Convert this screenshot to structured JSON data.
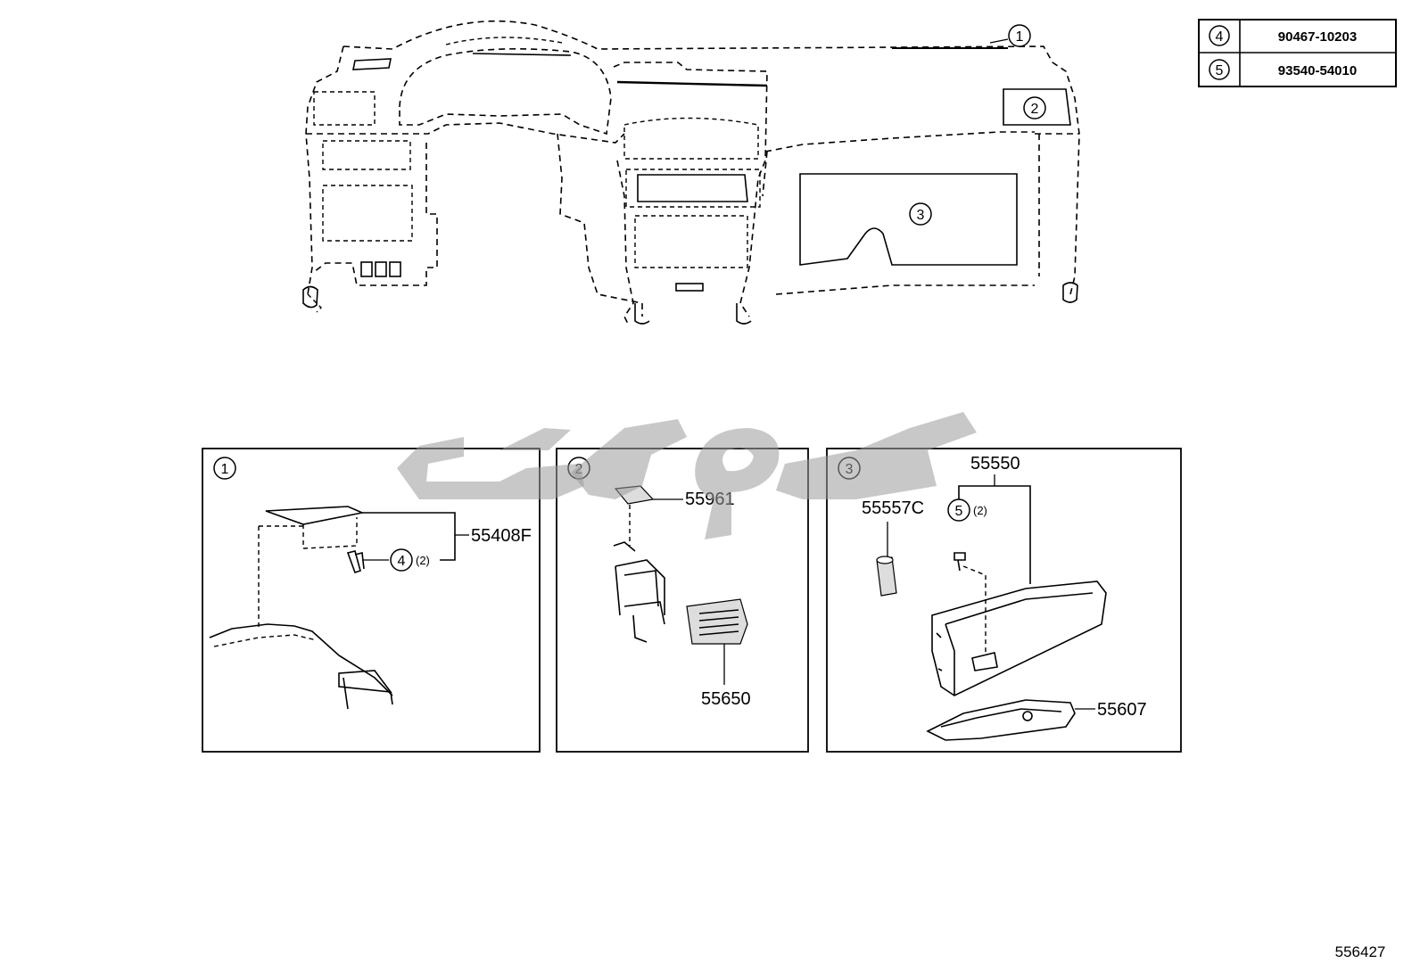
{
  "parts_table": {
    "rows": [
      {
        "ref": "4",
        "part_no": "90467-10203"
      },
      {
        "ref": "5",
        "part_no": "93540-54010"
      }
    ]
  },
  "overview": {
    "callouts": [
      "1",
      "2",
      "3"
    ]
  },
  "panels": [
    {
      "ref": "1",
      "part_labels": [
        "55408F"
      ],
      "fastener": {
        "ref": "4",
        "qty": "(2)"
      }
    },
    {
      "ref": "2",
      "part_labels": [
        "55961",
        "55650"
      ]
    },
    {
      "ref": "3",
      "part_labels": [
        "55550",
        "55557C",
        "55607"
      ],
      "fastener": {
        "ref": "5",
        "qty": "(2)"
      }
    }
  ],
  "diagram_id": "556427"
}
